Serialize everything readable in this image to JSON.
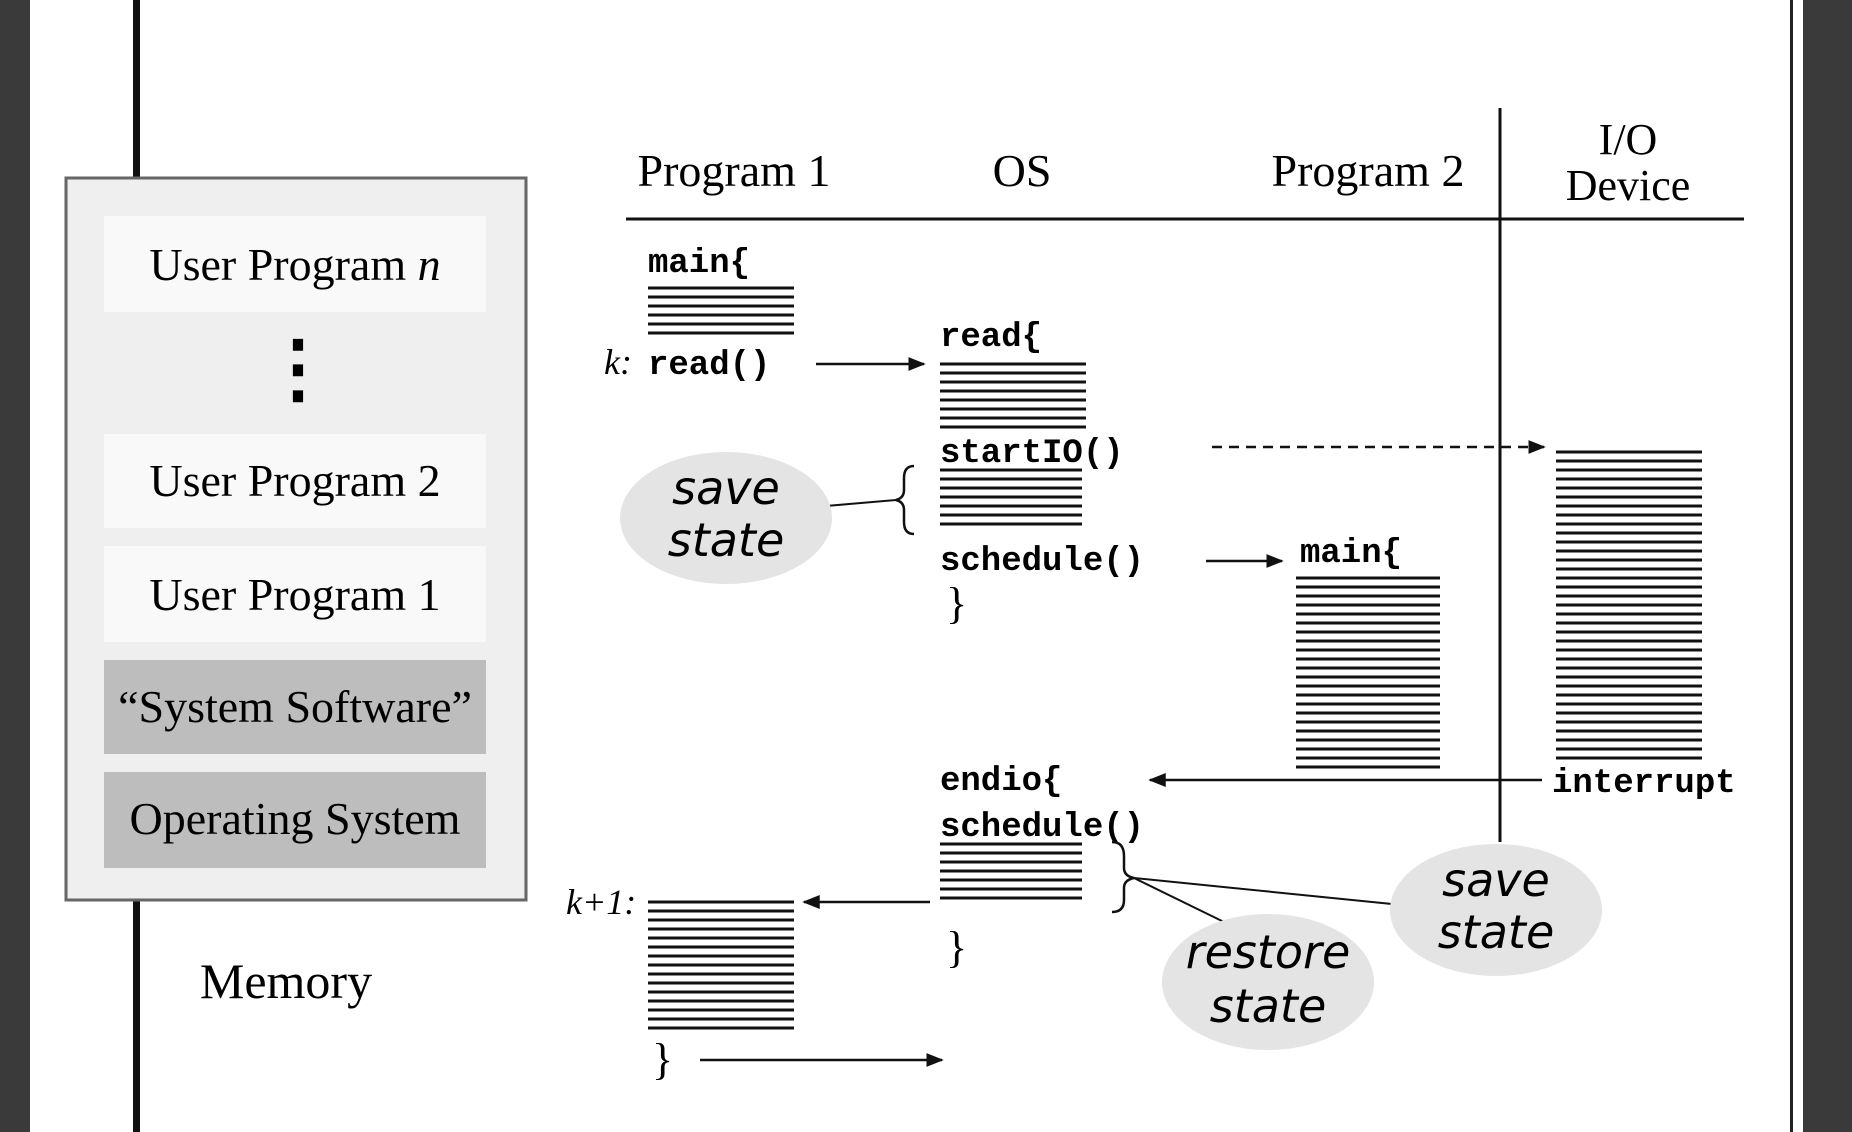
{
  "memory": {
    "caption": "Memory",
    "segments": [
      {
        "label": "User Program ",
        "italic_suffix": "n",
        "kind": "user"
      },
      {
        "label": "⋮",
        "kind": "ellipsis"
      },
      {
        "label": "User Program 2",
        "kind": "user"
      },
      {
        "label": "User Program 1",
        "kind": "user"
      },
      {
        "label": "“System Software”",
        "kind": "system"
      },
      {
        "label": "Operating System",
        "kind": "system"
      }
    ],
    "colors": {
      "user": "#f7f7f7",
      "system": "#bdbdbd",
      "frame": "#efefef"
    }
  },
  "columns": {
    "program1": "Program 1",
    "os": "OS",
    "program2": "Program 2",
    "io_line1": "I/O",
    "io_line2": "Device"
  },
  "code": {
    "p1_main": "main{",
    "p1_k_label": "k:",
    "p1_read_call": "read()",
    "os_read": "read{",
    "os_startio": "startIO()",
    "os_schedule1": "schedule()",
    "os_close1": "}",
    "p2_main": "main{",
    "os_endio": "endio{",
    "os_schedule2": "schedule()",
    "os_close2": "}",
    "io_interrupt": "interrupt",
    "p1_k1_label": "k+1:",
    "p1_close": "}"
  },
  "bubbles": {
    "save_state_1": [
      "save",
      "state"
    ],
    "save_state_2": [
      "save",
      "state"
    ],
    "restore_state": [
      "restore",
      "state"
    ],
    "fill": "#e4e4e4"
  }
}
